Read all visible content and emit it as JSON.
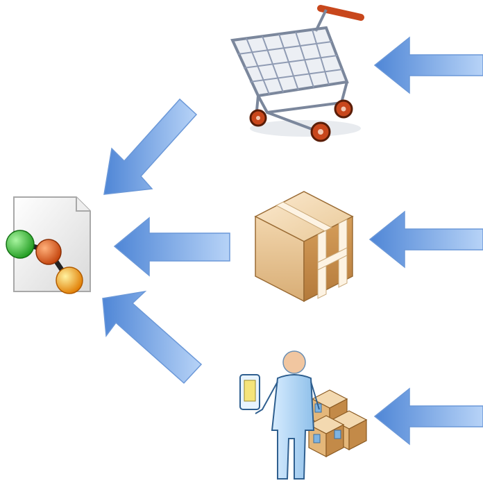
{
  "diagram": {
    "nodes": [
      {
        "id": "workflow-document",
        "icon": "workflow-document-icon",
        "label": ""
      },
      {
        "id": "shopping-cart",
        "icon": "shopping-cart-icon",
        "label": ""
      },
      {
        "id": "package",
        "icon": "cardboard-box-icon",
        "label": ""
      },
      {
        "id": "warehouse-worker",
        "icon": "warehouse-worker-icon",
        "label": ""
      }
    ],
    "edges": [
      {
        "from": "external",
        "to": "shopping-cart"
      },
      {
        "from": "external",
        "to": "package"
      },
      {
        "from": "external",
        "to": "warehouse-worker"
      },
      {
        "from": "shopping-cart",
        "to": "workflow-document"
      },
      {
        "from": "package",
        "to": "workflow-document"
      },
      {
        "from": "warehouse-worker",
        "to": "workflow-document"
      }
    ]
  },
  "colors": {
    "arrow_light": "#a9cbf5",
    "arrow_dark": "#4f86d6",
    "arrow_stroke": "#6b98d8",
    "node_green": "#2fb52f",
    "node_orange": "#e3590d",
    "node_yellow": "#f5b400",
    "box_light": "#f3d9b0",
    "box_dark": "#c9955a",
    "cart_metal": "#8f9bb3",
    "cart_handle": "#c8471c"
  }
}
